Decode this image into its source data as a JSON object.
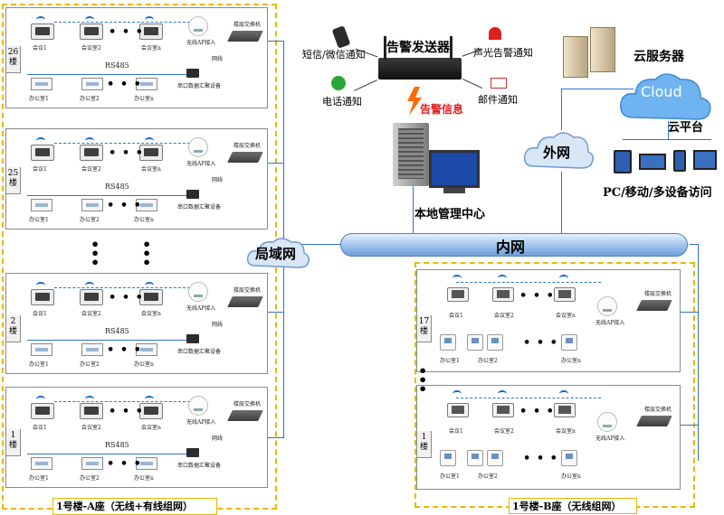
{
  "alarm_section": {
    "title": "告警发送器",
    "sms": "短信/微信通知",
    "sound_light": "声光告警通知",
    "phone": "电话通知",
    "email": "邮件通知",
    "alarm_info": "告警信息"
  },
  "management": {
    "label": "本地管理中心"
  },
  "cloud": {
    "server_label": "云服务器",
    "cloud_word": "Cloud",
    "platform": "云平台",
    "extranet": "外网",
    "devices_label": "PC/移动/多设备访问"
  },
  "networks": {
    "lan": "局域网",
    "intranet": "内网"
  },
  "building_a": {
    "title": "1号楼-A座（无线+有线组网）",
    "floors": [
      {
        "num": "26",
        "suffix": "楼"
      },
      {
        "num": "25",
        "suffix": "楼"
      },
      {
        "num": "2",
        "suffix": "楼"
      },
      {
        "num": "1",
        "suffix": "楼"
      }
    ],
    "meeting_labels": [
      "会议1",
      "会议室2",
      "会议室n"
    ],
    "office_labels": [
      "办公室1",
      "办公室2",
      "办公室n"
    ],
    "rs485": "RS485",
    "switch_label": "楼层交换机",
    "collector_label": "串口数据汇聚设备",
    "net_label": "网线",
    "ap_label": "无线AP接入"
  },
  "building_b": {
    "title": "1号楼-B座（无线组网）",
    "floors": [
      {
        "num": "17",
        "suffix": "楼"
      },
      {
        "num": "1",
        "suffix": "楼"
      }
    ],
    "meeting_labels": [
      "会议1",
      "会议室2",
      "会议室n"
    ],
    "office_labels": [
      "办公室1",
      "办公室2",
      "办公室n"
    ],
    "switch_label": "楼层交换机",
    "ap_label": "无线AP接入"
  },
  "colors": {
    "accent_blue": "#1f5fb8",
    "building_border": "#e8b800",
    "alarm_red": "#e02020",
    "pipe_blue": "#bcd6f2"
  }
}
